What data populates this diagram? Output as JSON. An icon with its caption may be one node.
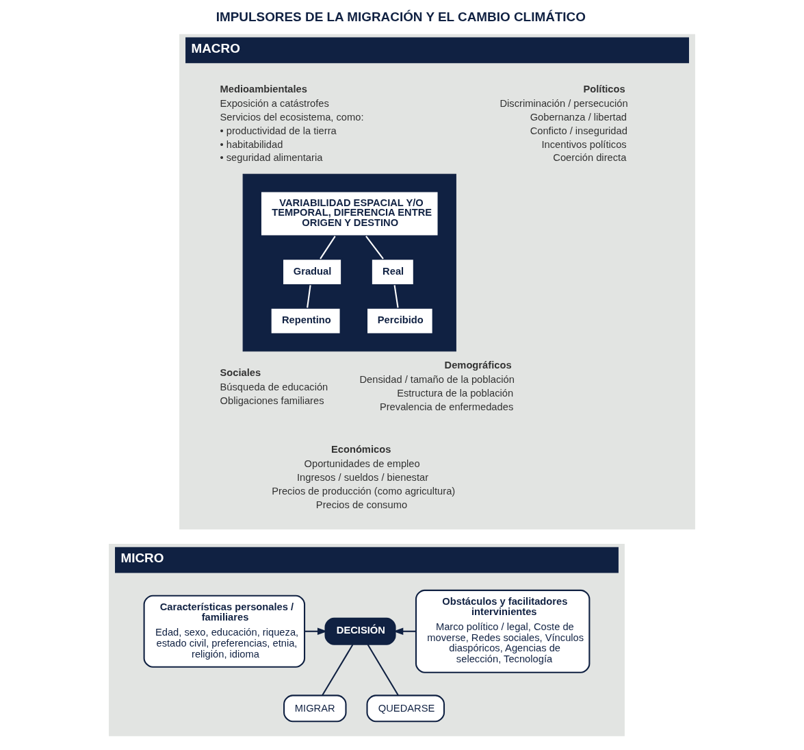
{
  "diagram": {
    "title": "IMPULSORES DE LA MIGRACIÓN Y EL CAMBIO CLIMÁTICO",
    "nodes": [
      {
        "text": [
          "MACRO"
        ]
      },
      {
        "text": [],
        "shape": "pentagon",
        "in": 0
      },
      {
        "text": [
          "VARIABILIDAD ESPACIAL Y/O TEMPORAL, DIFERENCIA ENTRE ORIGEN Y DESTINO"
        ],
        "in": 1
      },
      {
        "text": [
          "Gradual"
        ],
        "in": 1
      },
      {
        "text": [
          "Real"
        ],
        "in": 1
      },
      {
        "text": [
          "Repentino"
        ],
        "in": 1
      },
      {
        "text": [
          "Percibido"
        ],
        "in": 1
      },
      {
        "text": [
          "MICRO"
        ]
      },
      {
        "text": [
          "Características personales / familiares",
          "Edad, sexo, educación, riqueza, estado civil, preferencias, etnia, religión, idioma"
        ],
        "in": 7
      },
      {
        "text": [
          "DECISIÓN"
        ],
        "in": 7
      },
      {
        "text": [
          "Obstáculos y facilitadores intervinientes",
          "Marco político / legal, Coste de moverse, Redes sociales, Vínculos diaspóricos, Agencias de selección, Tecnología"
        ],
        "in": 7
      },
      {
        "text": [
          "MIGRAR"
        ],
        "in": 7
      },
      {
        "text": [
          "QUEDARSE"
        ],
        "in": 7
      }
    ],
    "edges": [
      {
        "from": 2,
        "to": 3,
        "arrow": "none",
        "color": "#ffffff"
      },
      {
        "from": 2,
        "to": 4,
        "arrow": "none",
        "color": "#ffffff"
      },
      {
        "from": 3,
        "to": 5,
        "arrow": "none",
        "color": "#ffffff"
      },
      {
        "from": 4,
        "to": 6,
        "arrow": "none",
        "color": "#ffffff"
      },
      {
        "from": 8,
        "to": 9,
        "arrow": "to",
        "color": "#102142"
      },
      {
        "from": 10,
        "to": 9,
        "arrow": "to",
        "color": "#102142"
      },
      {
        "from": 9,
        "to": 11,
        "arrow": "none",
        "color": "#102142"
      },
      {
        "from": 9,
        "to": 12,
        "arrow": "none",
        "color": "#102142"
      }
    ],
    "labels": [
      "Medioambientales",
      "Exposición a catástrofes",
      "Servicios del ecosistema, como:",
      "• productividad de la tierra",
      "• habitabilidad",
      "• seguridad alimentaria",
      "Políticos",
      "Discriminación / persecución",
      "Gobernanza / libertad",
      "Conficto / inseguridad",
      "Incentivos políticos",
      "Coerción directa",
      "Sociales",
      "Búsqueda de educación",
      "Obligaciones familiares",
      "Demográficos",
      "Densidad / tamaño de la población",
      "Estructura de la población",
      "Prevalencia de enfermedades",
      "Económicos",
      "Oportunidades de empleo",
      "Ingresos / sueldos / bienestar",
      "Precios de producción (como agricultura)",
      "Precios de consumo"
    ]
  }
}
